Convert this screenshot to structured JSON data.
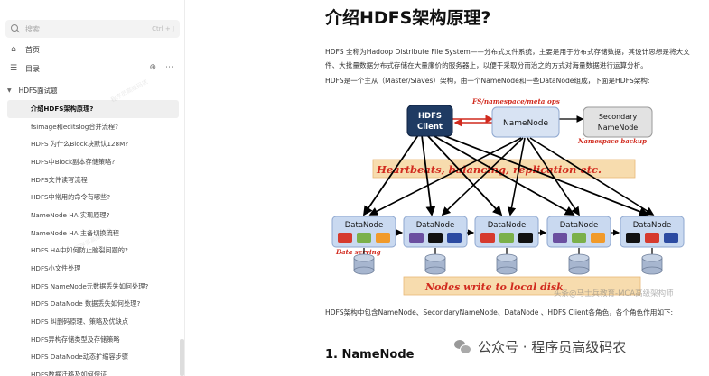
{
  "sidebar": {
    "search_placeholder": "搜索",
    "search_shortcut": "Ctrl + J",
    "home_label": "首页",
    "toc_label": "目录",
    "toc_root": "HDFS面试题",
    "toc_items": [
      "介绍HDFS架构原理?",
      "fsimage和editslog合并流程?",
      "HDFS 为什么Block块默认128M?",
      "HDFS中Block副本存储策略?",
      "HDFS文件读写流程",
      "HDFS中常用的命令有哪些?",
      "NameNode HA 实现原理?",
      "NameNode HA 主备切换流程",
      "HDFS HA中如何防止脑裂问题的?",
      "HDFS小文件处理",
      "HDFS NameNode元数据丢失如何处理?",
      "HDFS DataNode 数据丢失如何处理?",
      "HDFS 纠删码原理、策略及优缺点",
      "HDFS异构存储类型及存储策略",
      "HDFS DataNode动态扩缩容步骤",
      "HDFS数据迁移及如何保证..."
    ],
    "icons": {
      "search": "search-icon",
      "home": "home-icon",
      "toc": "list-icon",
      "locate": "target-icon",
      "more": "more-icon"
    },
    "watermark_text": "程序员高级码农"
  },
  "main": {
    "title": "介绍HDFS架构原理?",
    "intro": "HDFS 全称为Hadoop Distribute File System——分布式文件系统，主要是用于分布式存储数据，其设计思想是将大文件、大批量数据分布式存储在大量廉价的服务器上，以便于采取分而治之的方式对海量数据进行运算分析。",
    "intro2": "HDFS是一个主从（Master/Slaves）架构，由一个NameNode和一些DataNode组成，下面是HDFS架构:",
    "roles_text": "HDFS架构中包含NameNode、SecondaryNameNode、DataNode 、HDFS Client各角色，各个角色作用如下:",
    "section_heading": "1. NameNode",
    "wechat_footer": "公众号 · 程序员高级码农"
  },
  "diagram": {
    "client_label_1": "HDFS",
    "client_label_2": "Client",
    "namenode_label": "NameNode",
    "secondary_label_1": "Secondary",
    "secondary_label_2": "NameNode",
    "fs_ops_label": "FS/namespace/meta ops",
    "ns_backup_label": "Namespace backup",
    "heartbeat_label": "Heartbeats, balancing, replication etc.",
    "datanode_label": "DataNode",
    "data_serving_label": "Data serving",
    "nodes_write_label": "Nodes write to local disk",
    "watermark": "头条@马士兵教育-MCA高级架构师"
  },
  "colors": {
    "client_fill": "#1f3b63",
    "namenode_fill": "#d8e3f3",
    "secondary_fill": "#e2e2e2",
    "datanode_fill": "#c9d9f0",
    "annotation_red": "#d12a1e",
    "banner_fill": "#f7dcae",
    "block_red": "#d63a2e",
    "block_green": "#7bb04a",
    "block_orange": "#f19a2a",
    "block_purple": "#6b4fa0",
    "block_black": "#111111",
    "block_blue": "#2c4ba2"
  }
}
